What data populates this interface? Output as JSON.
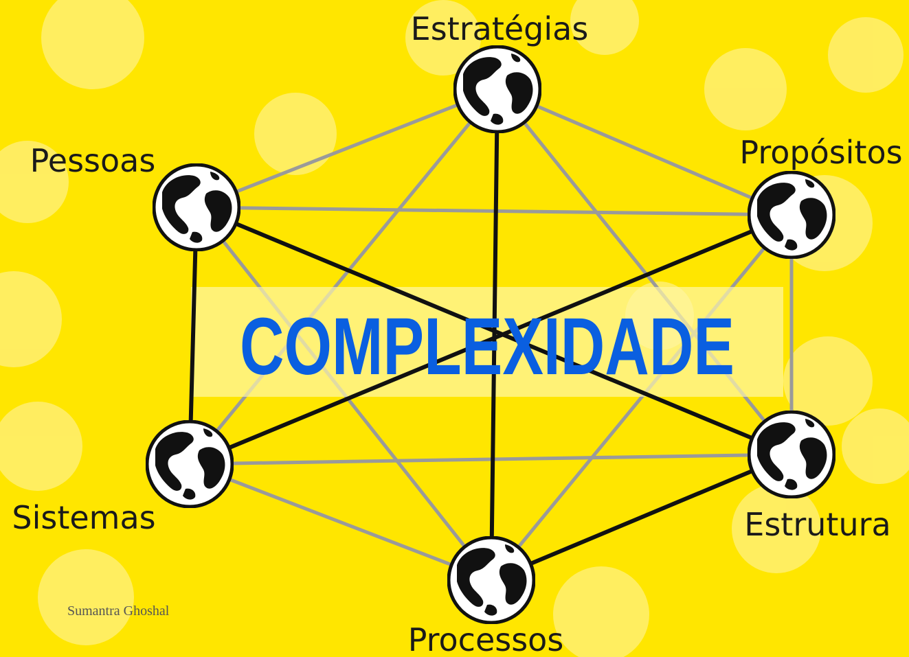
{
  "title": "COMPLEXIDADE",
  "credit": "Sumantra Ghoshal",
  "colors": {
    "background": "#ffe600",
    "title_text": "#0a5fe0",
    "strong_edge": "#111111",
    "weak_edge": "#9a9a9a"
  },
  "nodes": [
    {
      "id": "estrategias",
      "label": "Estratégias",
      "icon": "globe-icon"
    },
    {
      "id": "pessoas",
      "label": "Pessoas",
      "icon": "globe-icon"
    },
    {
      "id": "propositos",
      "label": "Propósitos",
      "icon": "globe-icon"
    },
    {
      "id": "sistemas",
      "label": "Sistemas",
      "icon": "globe-icon"
    },
    {
      "id": "estrutura",
      "label": "Estrutura",
      "icon": "globe-icon"
    },
    {
      "id": "processos",
      "label": "Processos",
      "icon": "globe-icon"
    }
  ],
  "edges": [
    {
      "from": "estrategias",
      "to": "processos",
      "style": "strong"
    },
    {
      "from": "pessoas",
      "to": "sistemas",
      "style": "strong"
    },
    {
      "from": "pessoas",
      "to": "estrutura",
      "style": "strong"
    },
    {
      "from": "propositos",
      "to": "sistemas",
      "style": "strong"
    },
    {
      "from": "estrutura",
      "to": "processos",
      "style": "strong"
    },
    {
      "from": "estrategias",
      "to": "pessoas",
      "style": "weak"
    },
    {
      "from": "estrategias",
      "to": "propositos",
      "style": "weak"
    },
    {
      "from": "estrategias",
      "to": "sistemas",
      "style": "weak"
    },
    {
      "from": "estrategias",
      "to": "estrutura",
      "style": "weak"
    },
    {
      "from": "pessoas",
      "to": "propositos",
      "style": "weak"
    },
    {
      "from": "pessoas",
      "to": "processos",
      "style": "weak"
    },
    {
      "from": "propositos",
      "to": "estrutura",
      "style": "weak"
    },
    {
      "from": "propositos",
      "to": "processos",
      "style": "weak"
    },
    {
      "from": "sistemas",
      "to": "estrutura",
      "style": "weak"
    },
    {
      "from": "sistemas",
      "to": "processos",
      "style": "weak"
    }
  ]
}
